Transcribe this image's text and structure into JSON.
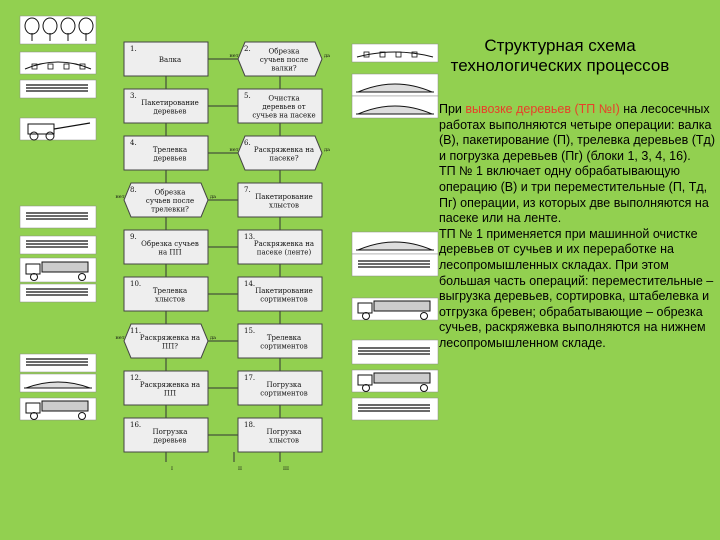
{
  "title": "Структурная схема технологических процессов",
  "description": {
    "p1_before": "При ",
    "p1_highlight": "вывозке деревьев (ТП №I)",
    "p1_after": " на лесосечных работах выполняются четыре операции: валка (В), пакетирование (П), трелевка деревьев (Тд) и погрузка деревьев (Пг) (блоки 1, 3, 4, 16).",
    "p2": "ТП № 1 включает одну обрабатывающую операцию (В) и три переместительные (П, Тд, Пг) операции, из которых две выполняются на пасеке или на ленте.",
    "p3": "ТП № 1 применяется при машинной очистке деревьев от сучьев и их переработке на лесопромышленных складах. При этом большая часть операций: переместительные – выгрузка деревьев, сортировка, штабелевка и отгрузка бревен; обрабатывающие – обрезка сучьев, раскряжевка выполняются на нижнем лесопромышленном складе."
  },
  "diagram": {
    "left_blocks": [
      {
        "num": "1.",
        "lines": [
          "Валка"
        ]
      },
      {
        "num": "3.",
        "lines": [
          "Пакетирование",
          "деревьев"
        ]
      },
      {
        "num": "4.",
        "lines": [
          "Трелевка",
          "деревьев"
        ]
      },
      {
        "num": "8.",
        "lines": [
          "Обрезка",
          "сучьев после",
          "трелевки?"
        ],
        "decision": true
      },
      {
        "num": "9.",
        "lines": [
          "Обрезка сучьев",
          "на ПП"
        ]
      },
      {
        "num": "10.",
        "lines": [
          "Трелевка",
          "хлыстов"
        ]
      },
      {
        "num": "11.",
        "lines": [
          "Раскряжевка на",
          "ПП?"
        ],
        "decision": true
      },
      {
        "num": "12.",
        "lines": [
          "Раскряжевка на",
          "ПП"
        ]
      },
      {
        "num": "16.",
        "lines": [
          "Погрузка",
          "деревьев"
        ]
      }
    ],
    "right_blocks": [
      {
        "num": "2.",
        "lines": [
          "Обрезка",
          "сучьев после",
          "валки?"
        ],
        "decision": true
      },
      {
        "num": "5.",
        "lines": [
          "Очистка",
          "деревьев от",
          "сучьев на пасеке"
        ]
      },
      {
        "num": "6.",
        "lines": [
          "Раскряжевка на",
          "пасеке?"
        ],
        "decision": true
      },
      {
        "num": "7.",
        "lines": [
          "Пакетирование",
          "хлыстов"
        ]
      },
      {
        "num": "13.",
        "lines": [
          "Раскряжевка на",
          "пасеке (ленте)"
        ]
      },
      {
        "num": "14.",
        "lines": [
          "Пакетирование",
          "сортиментов"
        ]
      },
      {
        "num": "15.",
        "lines": [
          "Трелевка",
          "сортиментов"
        ]
      },
      {
        "num": "17.",
        "lines": [
          "Погрузка",
          "сортиментов"
        ]
      },
      {
        "num": "18.",
        "lines": [
          "Погрузка",
          "хлыстов"
        ]
      }
    ],
    "side_labels": {
      "net": "нет",
      "da": "да"
    },
    "bottom_labels": [
      "I",
      "II",
      "III"
    ],
    "colors": {
      "box_fill": "#eeeeee",
      "box_stroke": "#444444",
      "line": "#333333",
      "icon_panel": "#ffffff",
      "highlight": "#e8402a"
    }
  }
}
